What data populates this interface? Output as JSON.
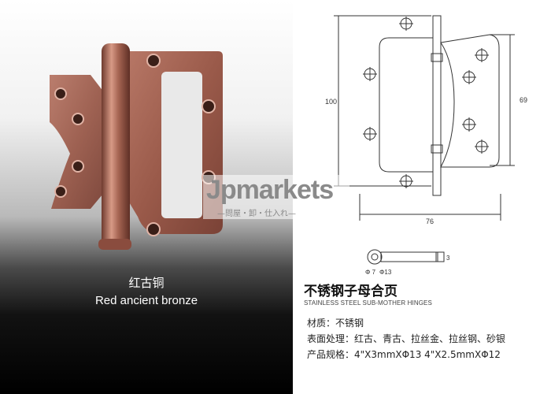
{
  "product_photo": {
    "caption_cn": "红古铜",
    "caption_en": "Red ancient bronze"
  },
  "drawing": {
    "dim_height": "100",
    "dim_leaf_height": "69",
    "dim_width": "76",
    "dim_thickness": "3",
    "pin_diam_1": "Φ 7",
    "pin_diam_2": "Φ13"
  },
  "product_title_cn": "不锈钢子母合页",
  "product_title_en": "STAINLESS STEEL SUB-MOTHER HINGES",
  "specs": [
    "材质：不锈钢",
    "表面处理：红古、青古、拉丝金、拉丝钢、砂银",
    "产品规格：4\"X3mmXΦ13    4\"X2.5mmXΦ12"
  ],
  "watermark": {
    "logo": "Jpmarkets",
    "tagline": "—問屋・卸・仕入れ—"
  },
  "colors": {
    "bronze": "#9a5a4a",
    "bronze_dark": "#6e3a2e",
    "bronze_light": "#c88a78",
    "line": "#333333"
  }
}
